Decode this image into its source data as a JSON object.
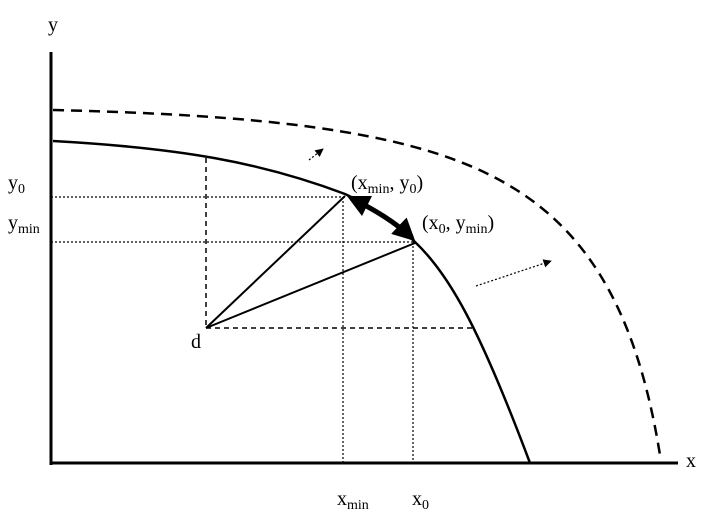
{
  "axes": {
    "x_label": "x",
    "y_label": "y"
  },
  "labels": {
    "y0": {
      "main": "y",
      "sub": "0"
    },
    "ymin": {
      "main": "y",
      "sub": "min"
    },
    "xmin": {
      "main": "x",
      "sub": "min"
    },
    "x0": {
      "main": "x",
      "sub": "0"
    },
    "d": "d",
    "point_a": {
      "open": "(x",
      "sub1": "min",
      "mid": ", y",
      "sub2": "0",
      "close": ")"
    },
    "point_b": {
      "open": "(x",
      "sub1": "0",
      "mid": ", y",
      "sub2": "min",
      "close": ")"
    }
  }
}
